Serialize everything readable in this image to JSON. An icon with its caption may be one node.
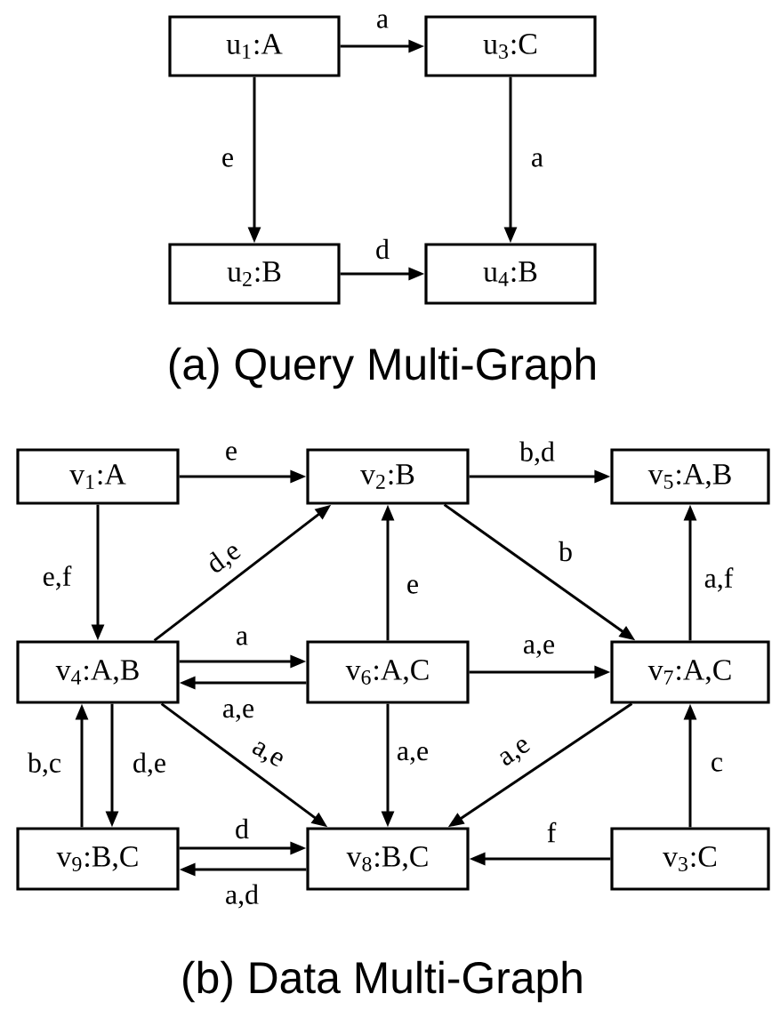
{
  "diagram": {
    "nodes": [
      {
        "text": [
          "u$_{1}$:A"
        ]
      },
      {
        "text": [
          "u$_{3}$:C"
        ]
      },
      {
        "text": [
          "u$_{2}$:B"
        ]
      },
      {
        "text": [
          "u$_{4}$:B"
        ]
      },
      {
        "text": [
          "v$_{1}$:A"
        ]
      },
      {
        "text": [
          "v$_{2}$:B"
        ]
      },
      {
        "text": [
          "v$_{5}$:A,B"
        ]
      },
      {
        "text": [
          "v$_{4}$:A,B"
        ]
      },
      {
        "text": [
          "v$_{6}$:A,C"
        ]
      },
      {
        "text": [
          "v$_{7}$:A,C"
        ]
      },
      {
        "text": [
          "v$_{9}$:B,C"
        ]
      },
      {
        "text": [
          "v$_{8}$:B,C"
        ]
      },
      {
        "text": [
          "v$_{3}$:C"
        ]
      }
    ],
    "edges": [
      {
        "from": 0,
        "to": 1,
        "arrow": "to",
        "label": "a"
      },
      {
        "from": 0,
        "to": 2,
        "arrow": "to",
        "label": "e"
      },
      {
        "from": 1,
        "to": 3,
        "arrow": "to",
        "label": "a"
      },
      {
        "from": 2,
        "to": 3,
        "arrow": "to",
        "label": "d"
      },
      {
        "from": 4,
        "to": 5,
        "arrow": "to",
        "label": "e"
      },
      {
        "from": 5,
        "to": 6,
        "arrow": "to",
        "label": "b,d"
      },
      {
        "from": 4,
        "to": 7,
        "arrow": "to",
        "label": "e,f"
      },
      {
        "from": 7,
        "to": 5,
        "arrow": "to",
        "label": "d,e"
      },
      {
        "from": 8,
        "to": 5,
        "arrow": "to",
        "label": "e"
      },
      {
        "from": 5,
        "to": 9,
        "arrow": "to",
        "label": "b"
      },
      {
        "from": 9,
        "to": 6,
        "arrow": "to",
        "label": "a,f"
      },
      {
        "from": 7,
        "to": 8,
        "arrow": "to",
        "label": "a"
      },
      {
        "from": 8,
        "to": 7,
        "arrow": "to",
        "label": "a,e"
      },
      {
        "from": 8,
        "to": 9,
        "arrow": "to",
        "label": "a,e"
      },
      {
        "from": 7,
        "to": 11,
        "arrow": "to",
        "label": "a,e"
      },
      {
        "from": 8,
        "to": 11,
        "arrow": "to",
        "label": "a,e"
      },
      {
        "from": 9,
        "to": 11,
        "arrow": "to",
        "label": "a,e"
      },
      {
        "from": 10,
        "to": 7,
        "arrow": "to",
        "label": "b,c"
      },
      {
        "from": 7,
        "to": 10,
        "arrow": "to",
        "label": "d,e"
      },
      {
        "from": 10,
        "to": 11,
        "arrow": "to",
        "label": "d"
      },
      {
        "from": 11,
        "to": 10,
        "arrow": "to",
        "label": "a,d"
      },
      {
        "from": 12,
        "to": 11,
        "arrow": "to",
        "label": "f"
      },
      {
        "from": 12,
        "to": 9,
        "arrow": "to",
        "label": "c"
      }
    ],
    "labels": [
      "(a) Query Multi-Graph",
      "(b) Data Multi-Graph"
    ]
  }
}
